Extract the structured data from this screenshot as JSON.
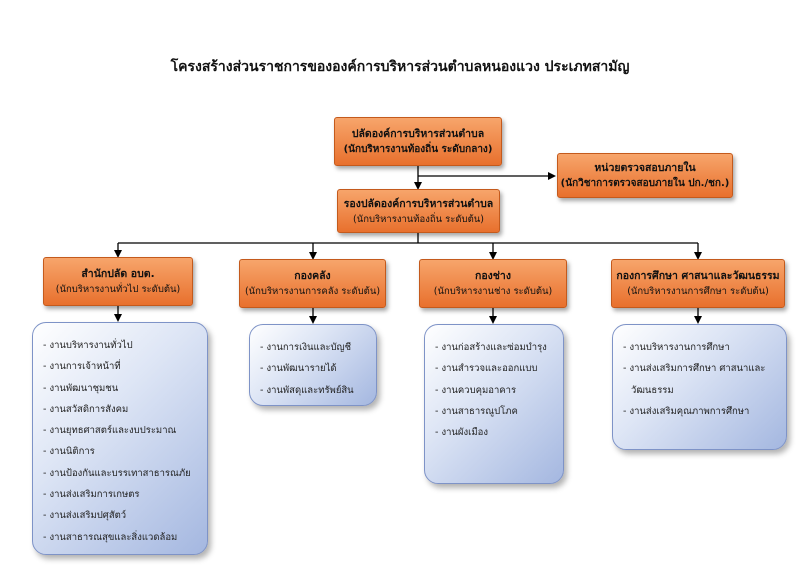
{
  "title": "โครงสร้างส่วนราชการขององค์การบริหารส่วนตำบลหนองแวง ประเภทสามัญ",
  "chief": {
    "line1": "ปลัดองค์การบริหารส่วนตำบล",
    "line2": "(นักบริหารงานท้องถิ่น ระดับกลาง)"
  },
  "audit": {
    "line1": "หน่วยตรวจสอบภายใน",
    "line2": "(นักวิชาการตรวจสอบภายใน ปก./ชก.)"
  },
  "deputy": {
    "line1": "รองปลัดองค์การบริหารส่วนตำบล",
    "line2": "(นักบริหารงานท้องถิ่น ระดับต้น)"
  },
  "divisions": [
    {
      "name": "สำนักปลัด อบต.",
      "rank": "(นักบริหารงานทั่วไป ระดับต้น)",
      "tasks": [
        "- งานบริหารงานทั่วไป",
        "- งานการเจ้าหน้าที่",
        "- งานพัฒนาชุมชน",
        "- งานสวัสดิการสังคม",
        "- งานยุทธศาสตร์และงบประมาณ",
        "- งานนิติการ",
        "- งานป้องกันและบรรเทาสาธารณภัย",
        "- งานส่งเสริมการเกษตร",
        "- งานส่งเสริมปศุสัตว์",
        "- งานสาธารณสุขและสิ่งแวดล้อม"
      ]
    },
    {
      "name": "กองคลัง",
      "rank": "(นักบริหารงานการคลัง ระดับต้น)",
      "tasks": [
        "- งานการเงินและบัญชี",
        "- งานพัฒนารายได้",
        "- งานพัสดุและทรัพย์สิน"
      ]
    },
    {
      "name": "กองช่าง",
      "rank": "(นักบริหารงานช่าง ระดับต้น)",
      "tasks": [
        "- งานก่อสร้างและซ่อมบำรุง",
        "- งานสำรวจและออกแบบ",
        "- งานควบคุมอาคาร",
        "- งานสาธารณูปโภค",
        "- งานผังเมือง"
      ]
    },
    {
      "name": "กองการศึกษา ศาสนาและวัฒนธรรม",
      "rank": "(นักบริหารงานการศึกษา ระดับต้น)",
      "tasks": [
        "- งานบริหารงานการศึกษา",
        "- งานส่งเสริมการศึกษา ศาสนาและ",
        "วัฒนธรรม",
        "- งานส่งเสริมคุณภาพการศึกษา"
      ]
    }
  ]
}
